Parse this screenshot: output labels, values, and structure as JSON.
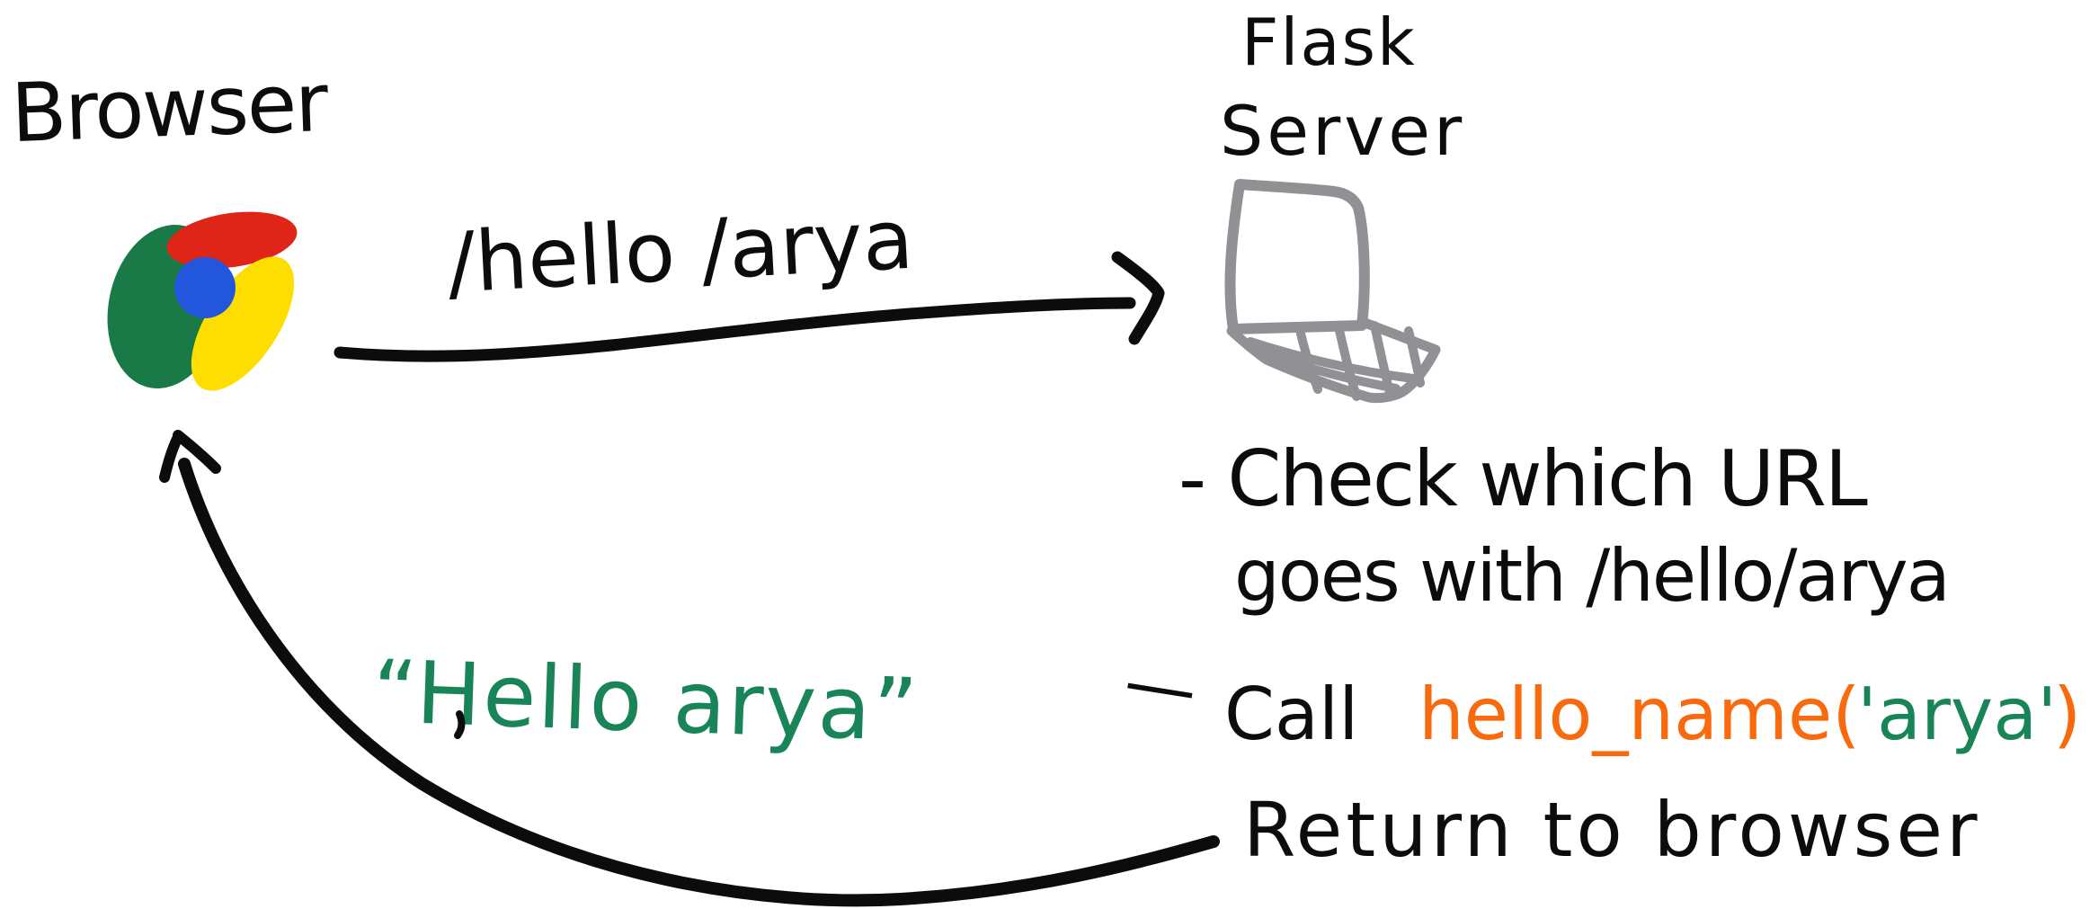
{
  "diagram": {
    "browser": {
      "label": "Browser"
    },
    "server": {
      "label_line1": "Flask",
      "label_line2": "Server"
    },
    "request_arrow": {
      "label": "/hello /arya"
    },
    "response": {
      "label": "“Hello arya”"
    },
    "server_steps": {
      "step1_line1": "- Check which URL",
      "step1_line2": "goes with /hello/arya",
      "step2_dash": "—",
      "step2_text": "Call",
      "step2_code_function": "hello_name(",
      "step2_code_argument": "'arya'",
      "step2_code_close": ")",
      "step3_text": "Return to browser"
    },
    "colors": {
      "ink": "#0c0c0c",
      "code_orange": "#f96a0f",
      "response_green": "#188457",
      "laptop_gray": "#909095",
      "chrome_red": "#df2418",
      "chrome_green": "#197a47",
      "chrome_yellow": "#fede00",
      "chrome_blue": "#2156dd"
    }
  }
}
